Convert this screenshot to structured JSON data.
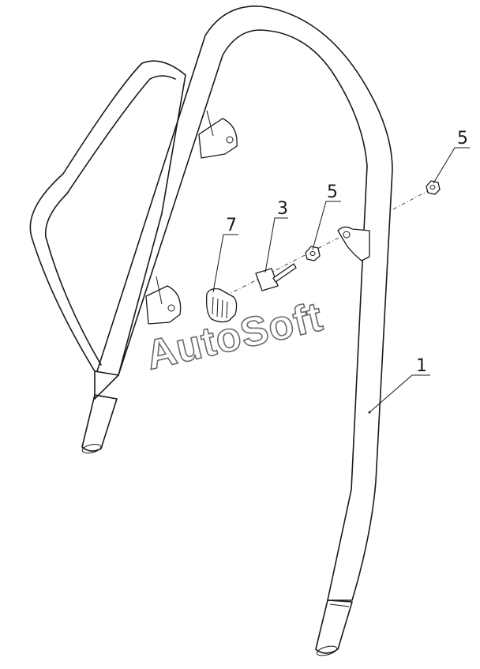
{
  "labels": {
    "part_1": "1",
    "part_3": "3",
    "part_5_upper": "5",
    "part_5_lower": "5",
    "part_7": "7"
  },
  "watermark": "AutoSoft",
  "colors": {
    "line": "#1a1a1a",
    "watermark": "#6a6a6a",
    "background": "#ffffff"
  }
}
